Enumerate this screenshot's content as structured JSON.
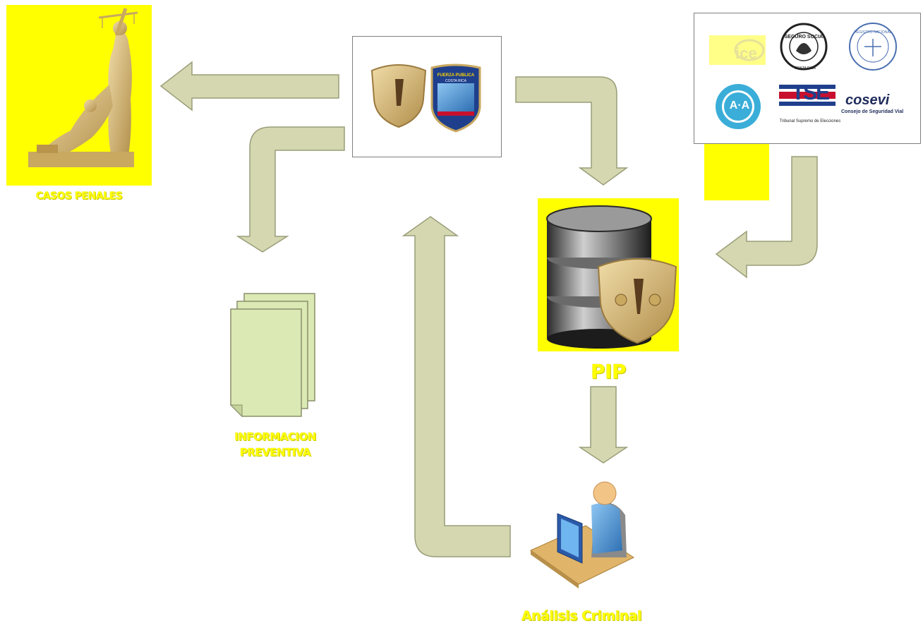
{
  "labels": {
    "casos_penales": "CASOS PENALES",
    "informacion_line1": "INFORMACION",
    "informacion_line2": "PREVENTIVA",
    "pip": "PIP",
    "analisis": "Análisis Criminal"
  },
  "logos": {
    "ice": "ice",
    "seguro_social": "SEGURO SOCIAL",
    "seguro_social_sub": "COSTA RICA",
    "registro": "REGISTRO NACIONAL",
    "aya": "A·A",
    "tse": "TSE",
    "tse_sub": "Tribunal Supremo de Elecciones",
    "cosevi": "cosevi",
    "cosevi_sub": "Consejo de Seguridad Vial",
    "fuerza_publica": "FUERZA PUBLICA",
    "fuerza_publica_sub": "COSTA RICA"
  },
  "colors": {
    "arrow_fill": "#d4d7b0",
    "arrow_stroke": "#9a9d78",
    "label_yellow": "#ffff00",
    "panel_yellow": "#ffff00",
    "badge_gold": "#d9bf8c",
    "document_green": "#dbe9b4"
  }
}
